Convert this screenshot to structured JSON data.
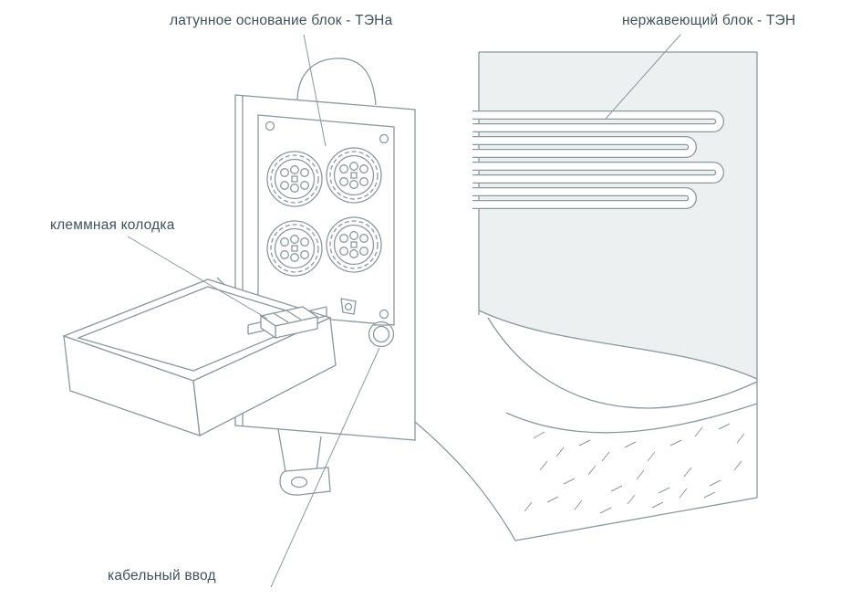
{
  "diagram": {
    "labels": {
      "brass_base": "латунное основание блок - ТЭНа",
      "stainless_block": "нержавеющий блок - ТЭН",
      "terminal_block": "клеммная колодка",
      "cable_entry": "кабельный ввод"
    }
  },
  "colors": {
    "line": "#8b989c",
    "text": "#3f5257",
    "fill": "#edf0f1",
    "bg": "#ffffff"
  }
}
